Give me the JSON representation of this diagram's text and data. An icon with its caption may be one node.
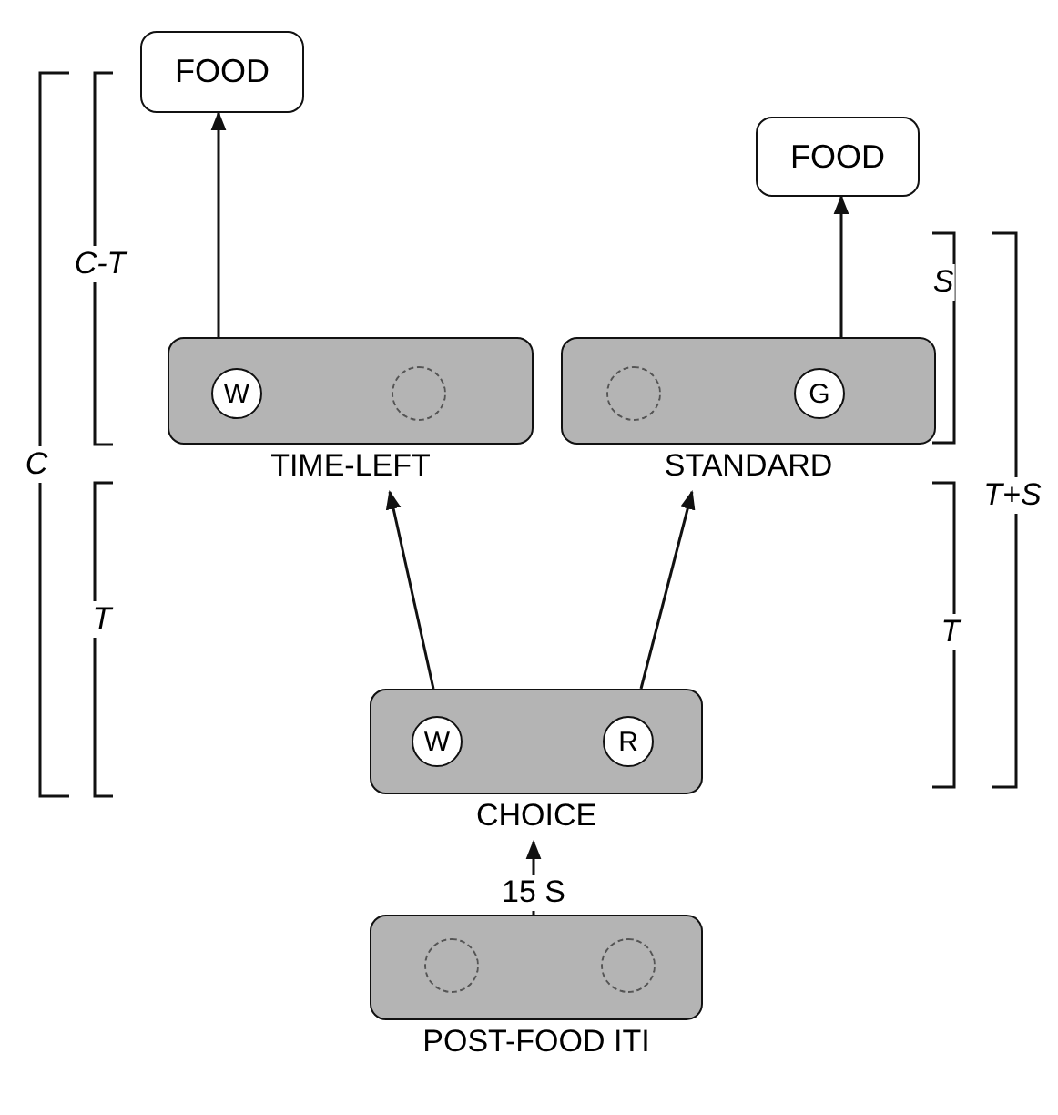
{
  "diagram": {
    "nodes": [
      {
        "text": [
          "FOOD"
        ]
      },
      {
        "text": [
          "FOOD"
        ]
      },
      {
        "text": [
          "TIME-LEFT"
        ]
      },
      {
        "text": [
          "W"
        ],
        "in": 2
      },
      {
        "text": [],
        "shape": "circle",
        "in": 2
      },
      {
        "text": [
          "STANDARD"
        ]
      },
      {
        "text": [],
        "shape": "circle",
        "in": 5
      },
      {
        "text": [
          "G"
        ],
        "in": 5
      },
      {
        "text": [
          "CHOICE"
        ]
      },
      {
        "text": [
          "W"
        ],
        "in": 8
      },
      {
        "text": [
          "R"
        ],
        "in": 8
      },
      {
        "text": [
          "POST-FOOD ITI"
        ]
      },
      {
        "text": [],
        "shape": "circle",
        "in": 11
      },
      {
        "text": [],
        "shape": "circle",
        "in": 11
      }
    ],
    "edges": [
      {
        "from": 2,
        "to": 0,
        "arrow": "to"
      },
      {
        "from": 5,
        "to": 1,
        "arrow": "to"
      },
      {
        "from": 8,
        "to": 2,
        "arrow": "to"
      },
      {
        "from": 8,
        "to": 5,
        "arrow": "to"
      },
      {
        "from": 11,
        "to": 8,
        "label": "15 S",
        "arrow": "to"
      }
    ],
    "labels": [
      "C-T",
      "S",
      "C",
      "T+S",
      "T",
      "T"
    ]
  }
}
